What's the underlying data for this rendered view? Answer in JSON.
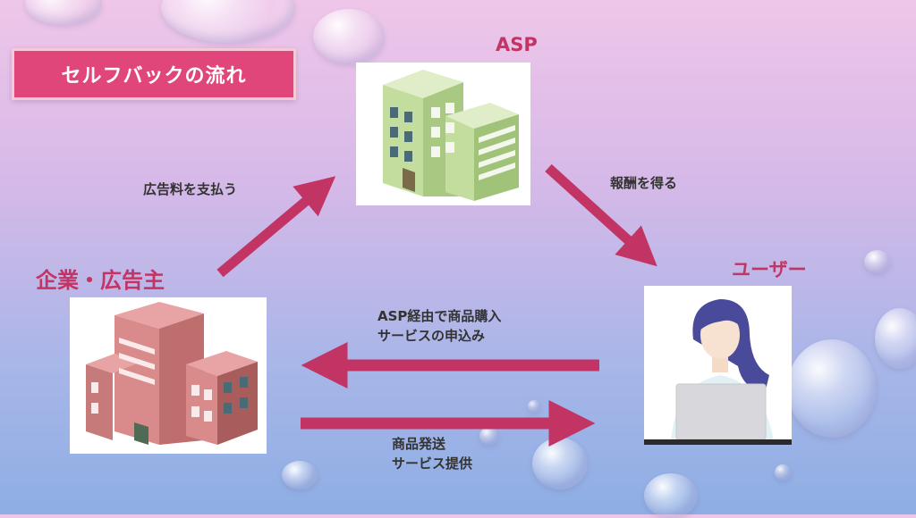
{
  "title": "セルフバックの流れ",
  "nodes": {
    "asp": "ASP",
    "company": "企業・広告主",
    "user": "ユーザー"
  },
  "edges": {
    "company_to_asp": "広告料を支払う",
    "asp_to_user": "報酬を得る",
    "user_to_company_line1": "ASP経由で商品購入",
    "user_to_company_line2": "サービスの申込み",
    "company_to_user_line1": "商品発送",
    "company_to_user_line2": "サービス提供"
  },
  "colors": {
    "accent": "#e0467a",
    "arrow": "#c23463",
    "label": "#c23463"
  }
}
